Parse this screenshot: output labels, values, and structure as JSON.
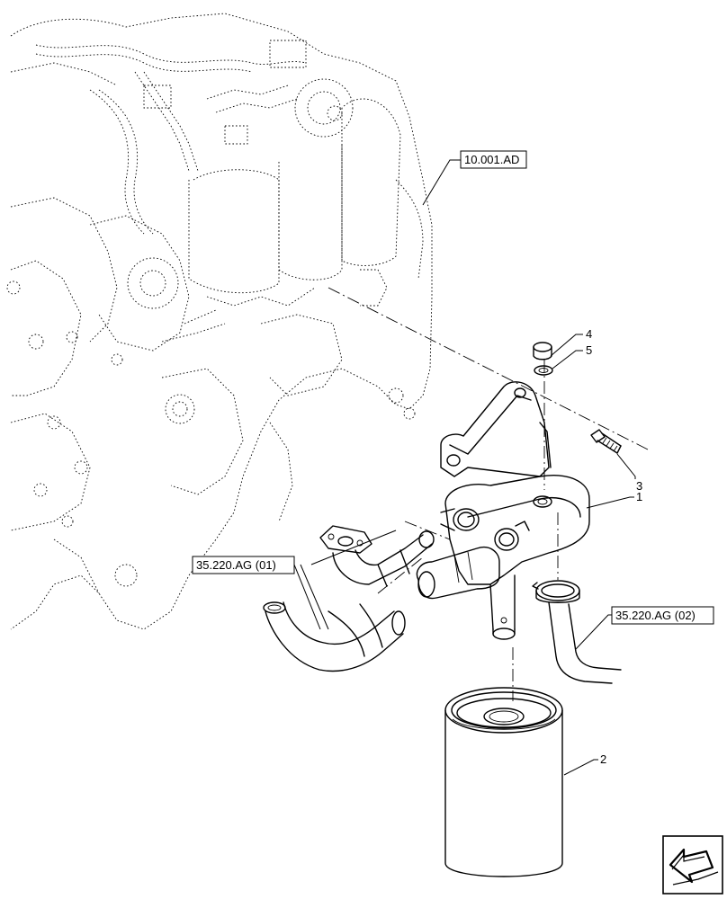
{
  "references": {
    "engine_block": "10.001.AD",
    "hoses_left": "35.220.AG (01)",
    "hose_right": "35.220.AG (02)"
  },
  "callouts": {
    "filter_head": "1",
    "filter_cartridge": "2",
    "bolt": "3",
    "plug": "4",
    "seal_washer": "5"
  },
  "icons": {
    "navigation": "arrow-icon"
  }
}
